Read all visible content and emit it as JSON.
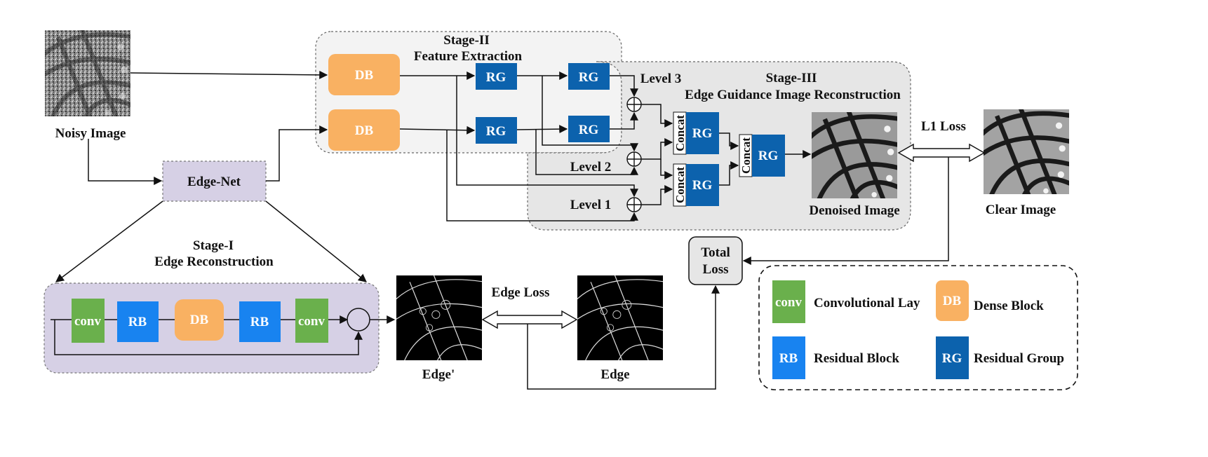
{
  "colors": {
    "db": "#f9b162",
    "rg": "#0c62ad",
    "rb": "#1883f0",
    "conv": "#6ab04c",
    "edge_net": "#d6d0e5",
    "stage_bg": "#e8e8e8"
  },
  "stage1": {
    "title": "Stage-I",
    "subtitle": "Edge Reconstruction"
  },
  "stage2": {
    "title": "Stage-II",
    "subtitle": "Feature Extraction"
  },
  "stage3": {
    "title": "Stage-III",
    "subtitle": "Edge Guidance Image Reconstruction"
  },
  "images": {
    "noisy": "Noisy Image",
    "denoised": "Denoised Image",
    "clear": "Clear Image",
    "edge_pred": "Edge'",
    "edge_gt": "Edge"
  },
  "blocks": {
    "db": "DB",
    "rg": "RG",
    "rb": "RB",
    "conv": "conv",
    "concat": "Concat",
    "edge_net": "Edge-Net"
  },
  "levels": {
    "l1": "Level 1",
    "l2": "Level 2",
    "l3": "Level 3"
  },
  "losses": {
    "l1": "L1 Loss",
    "edge": "Edge Loss",
    "total_line1": "Total",
    "total_line2": "Loss"
  },
  "legend": {
    "items": [
      {
        "abbr": "conv",
        "label": "Convolutional Lay"
      },
      {
        "abbr": "DB",
        "label": "Dense Block"
      },
      {
        "abbr": "RB",
        "label": "Residual Block"
      },
      {
        "abbr": "RG",
        "label": "Residual Group"
      }
    ]
  }
}
